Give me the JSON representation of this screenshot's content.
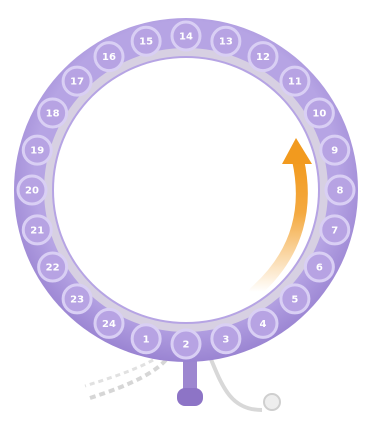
{
  "pill_pack": {
    "pill_labels": [
      "1",
      "2",
      "3",
      "4",
      "5",
      "6",
      "7",
      "8",
      "9",
      "10",
      "11",
      "12",
      "13",
      "14",
      "15",
      "16",
      "17",
      "18",
      "19",
      "20",
      "21",
      "22",
      "23",
      "24"
    ],
    "colors": {
      "ring": "#a48ed6",
      "ring_dark": "#8d74c6",
      "pill_fill": "#b7a3e3",
      "pill_ring": "#d9cff4",
      "inner_track": "#d7d0e2",
      "arrow": "#f29a1e",
      "background": "#ffffff"
    },
    "direction_icon": "orange-curved-arrow-icon"
  }
}
